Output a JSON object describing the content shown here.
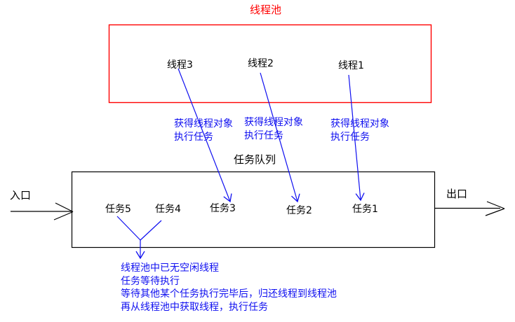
{
  "colors": {
    "red": "#ff0000",
    "blue": "#0f0ff0",
    "black": "#000000"
  },
  "thread_pool": {
    "title": "线程池",
    "threads": [
      "线程3",
      "线程2",
      "线程1"
    ]
  },
  "acquire_notes": [
    {
      "line1": "获得线程对象",
      "line2": "执行任务"
    },
    {
      "line1": "获得线程对象",
      "line2": "执行任务"
    },
    {
      "line1": "获得线程对象",
      "line2": "执行任务"
    }
  ],
  "task_queue": {
    "title": "任务队列",
    "entry_label": "入口",
    "exit_label": "出口",
    "tasks": [
      "任务5",
      "任务4",
      "任务3",
      "任务2",
      "任务1"
    ]
  },
  "overflow_note": {
    "line1": "线程池中已无空闲线程",
    "line2": "任务等待执行",
    "line3": "等待其他某个任务执行完毕后，归还线程到线程池",
    "line4": "再从线程池中获取线程，执行任务"
  }
}
